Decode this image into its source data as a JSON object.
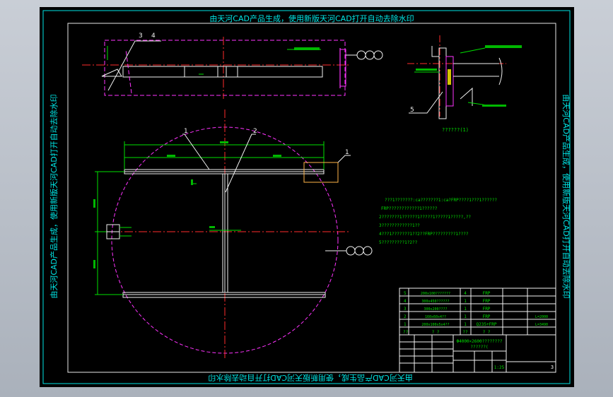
{
  "watermark": {
    "top": "由天河CAD产品生成，使用新版天河CAD打开自动去除水印",
    "bottom": "由天河CAD产品生成，使用新版天河CAD打开自动去除水印",
    "left": "由天河CAD产品生成，使用新版天河CAD打开自动去除水印",
    "right": "由天河CAD产品生成，使用新版天河CAD打开自动去除水印"
  },
  "leaders": {
    "top_view": [
      "3",
      "4"
    ],
    "detail": "5",
    "plan": [
      "1",
      "2"
    ],
    "plan_callout": "1"
  },
  "detail_caption": "??????(1)",
  "notes": [
    "???1???????:ca???????1:ca?FRP????1???1??????",
    "FRP????????????1??????",
    "2???????1??????1?????1?????1?????,??",
    "3????????????1??",
    "4???1???????1??2??FRP?????????1????",
    "5?????????1?2??"
  ],
  "parts_table": {
    "rows": [
      {
        "no": "5",
        "name": "200x100???????",
        "qty": "4",
        "material": "FRP",
        "remark": ""
      },
      {
        "no": "4",
        "name": "300x450??????",
        "qty": "1",
        "material": "FRP",
        "remark": ""
      },
      {
        "no": "3",
        "name": "300x200????",
        "qty": "1",
        "material": "FRP",
        "remark": ""
      },
      {
        "no": "2",
        "name": "160x60x4??",
        "qty": "1",
        "material": "FRP",
        "remark": "L=2000"
      },
      {
        "no": "1",
        "name": "200x100x5x4??",
        "qty": "1",
        "material": "Q235+FRP",
        "remark": "L=3490"
      },
      {
        "no": "??",
        "name": "? ?",
        "qty": "??",
        "material": "? ?",
        "remark": ""
      }
    ]
  },
  "title_block": {
    "line1": "Ф4000×2600????????",
    "line2": "??????(",
    "scale": "1:25",
    "sheet": "3"
  }
}
